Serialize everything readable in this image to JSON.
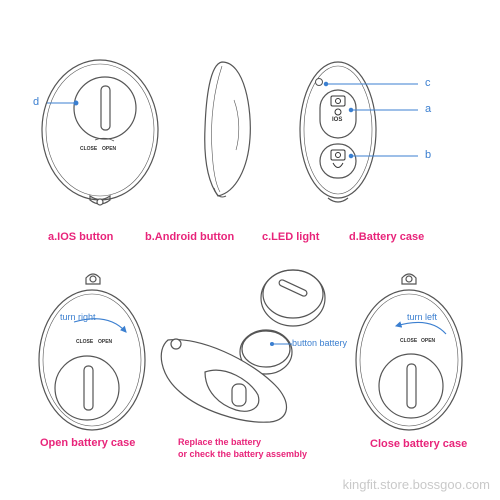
{
  "colors": {
    "caption": "#e8247a",
    "callout": "#3b7fd0",
    "stroke": "#555555",
    "watermark": "#c9c9c9"
  },
  "icons": [
    "camera-icon",
    "power-icon",
    "led-dot-icon",
    "battery-slot-icon",
    "rotate-arrow-icon"
  ],
  "callouts": {
    "a": "a",
    "b": "b",
    "c": "c",
    "d": "d"
  },
  "device_labels": {
    "ios": "IOS",
    "close": "CLOSE",
    "open": "OPEN"
  },
  "captions": {
    "ios_button": "a.IOS button",
    "android_button": "b.Android button",
    "led_light": "c.LED light",
    "battery_case": "d.Battery case",
    "open_battery_case": "Open battery case",
    "replace_line1": "Replace the battery",
    "replace_line2": "or check the battery assembly",
    "close_battery_case": "Close battery case"
  },
  "notes": {
    "turn_right": "turn right",
    "button_battery": "button battery",
    "turn_left": "turn left"
  },
  "watermark": "kingfit.store.bossgoo.com"
}
